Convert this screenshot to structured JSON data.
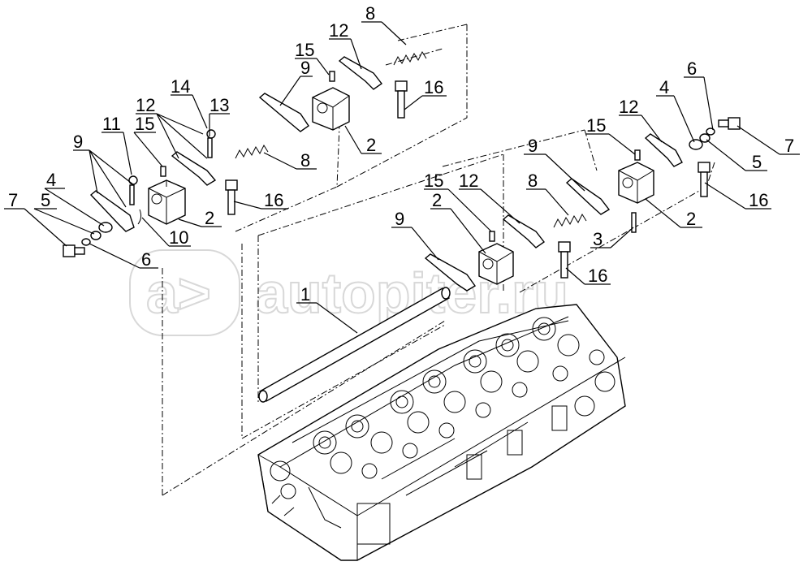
{
  "watermark": {
    "brand": "autopiter.ru",
    "logo": "a>"
  },
  "callouts": [
    {
      "id": "c8-top",
      "text": "8"
    },
    {
      "id": "c12-top",
      "text": "12"
    },
    {
      "id": "c15-top",
      "text": "15"
    },
    {
      "id": "c9-top",
      "text": "9"
    },
    {
      "id": "c16-top",
      "text": "16"
    },
    {
      "id": "c14",
      "text": "14"
    },
    {
      "id": "c12-left",
      "text": "12"
    },
    {
      "id": "c13",
      "text": "13"
    },
    {
      "id": "c11",
      "text": "11"
    },
    {
      "id": "c15-left",
      "text": "15"
    },
    {
      "id": "c9-left",
      "text": "9"
    },
    {
      "id": "c2-top",
      "text": "2"
    },
    {
      "id": "c8-mid",
      "text": "8"
    },
    {
      "id": "c4-left",
      "text": "4"
    },
    {
      "id": "c5-left",
      "text": "5"
    },
    {
      "id": "c7-left",
      "text": "7"
    },
    {
      "id": "c16-left",
      "text": "16"
    },
    {
      "id": "c2-left",
      "text": "2"
    },
    {
      "id": "c10",
      "text": "10"
    },
    {
      "id": "c6-left",
      "text": "6"
    },
    {
      "id": "c1",
      "text": "1"
    },
    {
      "id": "c15-mid",
      "text": "15"
    },
    {
      "id": "c12-mid",
      "text": "12"
    },
    {
      "id": "c2-mid",
      "text": "2"
    },
    {
      "id": "c8-right",
      "text": "8"
    },
    {
      "id": "c9-mid",
      "text": "9"
    },
    {
      "id": "c3",
      "text": "3"
    },
    {
      "id": "c16-mid",
      "text": "16"
    },
    {
      "id": "c9-right",
      "text": "9"
    },
    {
      "id": "c15-right",
      "text": "15"
    },
    {
      "id": "c12-right",
      "text": "12"
    },
    {
      "id": "c4-right",
      "text": "4"
    },
    {
      "id": "c6-right",
      "text": "6"
    },
    {
      "id": "c7-right",
      "text": "7"
    },
    {
      "id": "c5-right",
      "text": "5"
    },
    {
      "id": "c16-right",
      "text": "16"
    },
    {
      "id": "c2-right",
      "text": "2"
    }
  ]
}
